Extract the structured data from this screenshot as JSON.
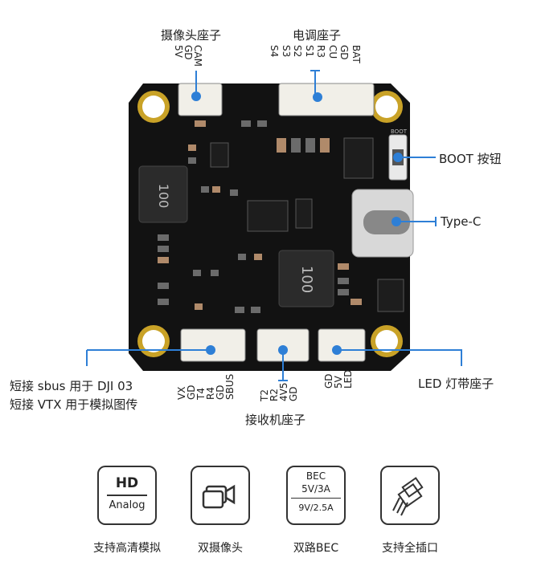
{
  "labels": {
    "cam_header": "摄像头座子",
    "esc_header": "电调座子",
    "boot_button": "BOOT 按钮",
    "type_c": "Type-C",
    "short_note_1": "短接 sbus 用于 DJI 03",
    "short_note_2": "短接 VTX 用于模拟图传",
    "led_header": "LED 灯带座子",
    "rx_header": "接收机座子"
  },
  "pins": {
    "cam": [
      "5V",
      "GD",
      "CAM"
    ],
    "esc": [
      "S4",
      "S3",
      "S2",
      "S1",
      "R3",
      "CU",
      "GD",
      "BAT"
    ],
    "left": [
      "VX",
      "GD",
      "T4",
      "R4",
      "GD",
      "SBUS"
    ],
    "rx": [
      "T2",
      "R2",
      "4V5",
      "GD"
    ],
    "led": [
      "GD",
      "5V",
      "LED"
    ]
  },
  "board": {
    "chip_marking_1": "100",
    "chip_marking_2": "100",
    "boot_silk": "BOOT"
  },
  "features": [
    {
      "icon": "hd-analog-icon",
      "line1": "HD",
      "line2": "Analog",
      "caption": "支持高清模拟"
    },
    {
      "icon": "dual-camera-icon",
      "caption": "双摄像头"
    },
    {
      "icon": "bec-icon",
      "line1": "BEC",
      "line2": "5V/3A",
      "line3": "9V/2.5A",
      "caption": "双路BEC"
    },
    {
      "icon": "full-plug-icon",
      "caption": "支持全插口"
    }
  ],
  "colors": {
    "accent": "#2e7fd6",
    "board": "#111111",
    "pad": "#c9a227"
  }
}
